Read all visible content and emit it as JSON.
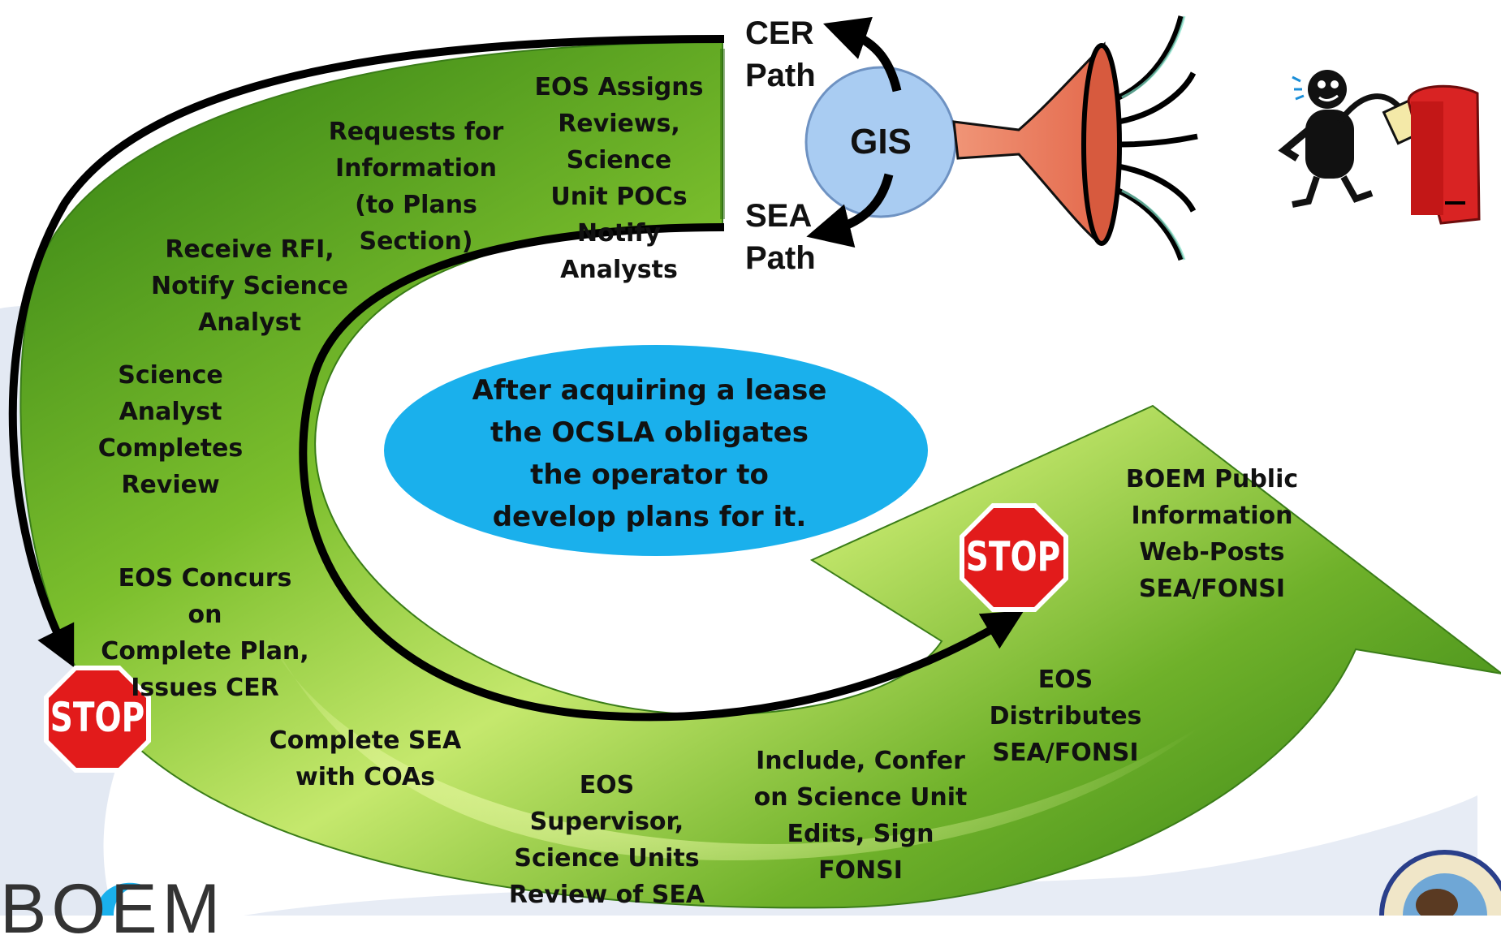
{
  "paths": {
    "cer": "CER\nPath",
    "sea": "SEA\nPath"
  },
  "gis": "GIS",
  "center_text": "After acquiring a lease the OCSLA obligates the operator to develop plans for it.",
  "steps": [
    "EOS Assigns\nReviews, Science\nUnit POCs Notify\nAnalysts",
    "Requests for\nInformation\n(to Plans\nSection)",
    "Receive RFI,\nNotify Science\nAnalyst",
    "Science\nAnalyst\nCompletes\nReview",
    "EOS Concurs on\nComplete Plan,\nIssues CER",
    "Complete SEA\nwith COAs",
    "EOS Supervisor,\nScience Units\nReview of SEA",
    "Include, Confer\non Science Unit\nEdits, Sign\nFONSI",
    "EOS\nDistributes\nSEA/FONSI",
    "BOEM Public\nInformation\nWeb-Posts\nSEA/FONSI"
  ],
  "stop_signs": [
    "STOP",
    "STOP"
  ],
  "logo": "BOEM",
  "colors": {
    "arrow_green": "#4e9a1e",
    "arrow_light": "#b7e05c",
    "ellipse": "#1ab0ec",
    "gis_circle": "#a9ccf2",
    "funnel": "#ec8264",
    "stop_red": "#e21b1b",
    "background_swoosh": "#dfe6f2"
  }
}
